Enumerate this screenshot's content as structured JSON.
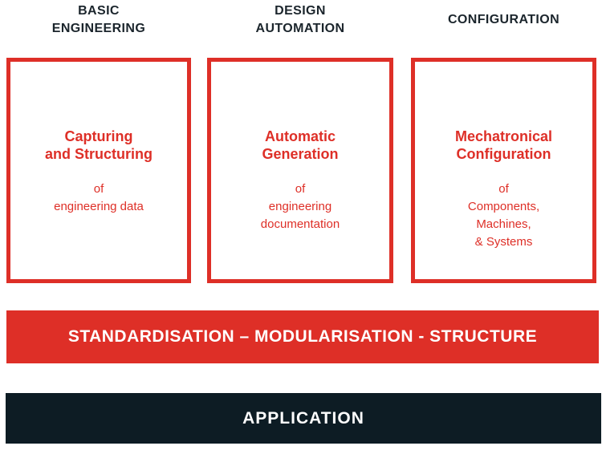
{
  "diagram": {
    "columns": [
      {
        "header": "BASIC\nENGINEERING",
        "box_title": "Capturing\nand Structuring",
        "box_subtitle": "of\nengineering data"
      },
      {
        "header": "DESIGN\nAUTOMATION",
        "box_title": "Automatic\nGeneration",
        "box_subtitle": "of\nengineering\ndocumentation"
      },
      {
        "header": "CONFIGURATION",
        "box_title": "Mechatronical\nConfiguration",
        "box_subtitle": "of\nComponents,\nMachines,\n& Systems"
      }
    ],
    "banners": {
      "standardisation": "STANDARDISATION – MODULARISATION - STRUCTURE",
      "application": "APPLICATION"
    },
    "colors": {
      "red": "#de2f27",
      "dark": "#0d1c24",
      "heading_text": "#1b252c",
      "banner_text": "#ffffff"
    }
  }
}
